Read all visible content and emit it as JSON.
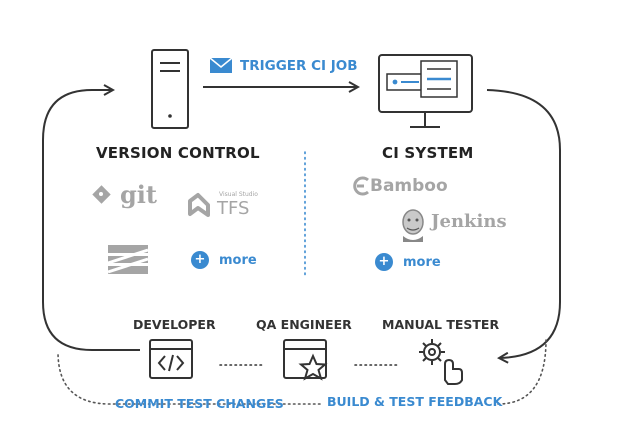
{
  "trigger_label": "TRIGGER CI JOB",
  "version_control": {
    "title": "VERSION CONTROL",
    "tools": [
      "git",
      "Visual Studio",
      "TFS"
    ],
    "more_label": "more"
  },
  "ci_system": {
    "title": "CI SYSTEM",
    "tools": [
      "Bamboo",
      "Jenkins"
    ],
    "more_label": "more"
  },
  "roles": [
    "DEVELOPER",
    "QA ENGINEER",
    "MANUAL TESTER"
  ],
  "commit_label": "COMMIT TEST CHANGES",
  "feedback_label": "BUILD & TEST FEEDBACK",
  "colors": {
    "accent": "#3a8ad0",
    "ink": "#333333",
    "muted": "#a5a5a5"
  },
  "icons": [
    "envelope-icon",
    "server-icon",
    "monitor-icon",
    "git-logo",
    "visual-studio-logo",
    "stack-logo",
    "bamboo-logo",
    "jenkins-logo",
    "code-window-icon",
    "star-window-icon",
    "gear-hand-icon"
  ]
}
